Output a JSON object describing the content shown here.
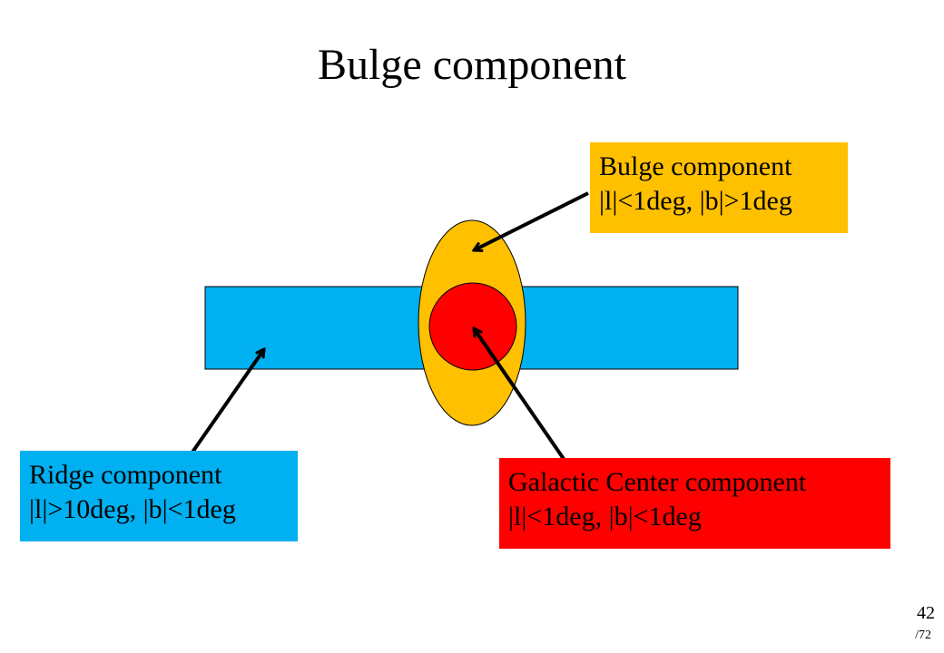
{
  "title": "Bulge component",
  "colors": {
    "ridge": "#00B0F0",
    "bulge": "#FFC000",
    "galactic_center": "#FF0000",
    "outline": "#000000"
  },
  "labels": {
    "bulge": {
      "name": "Bulge component",
      "condition": "|l|<1deg, |b|>1deg"
    },
    "ridge": {
      "name": "Ridge component",
      "condition": "|l|>10deg, |b|<1deg"
    },
    "galactic_center": {
      "name": "Galactic Center component",
      "condition": "|l|<1deg, |b|<1deg"
    }
  },
  "page": {
    "number": "42",
    "total": "/72"
  }
}
